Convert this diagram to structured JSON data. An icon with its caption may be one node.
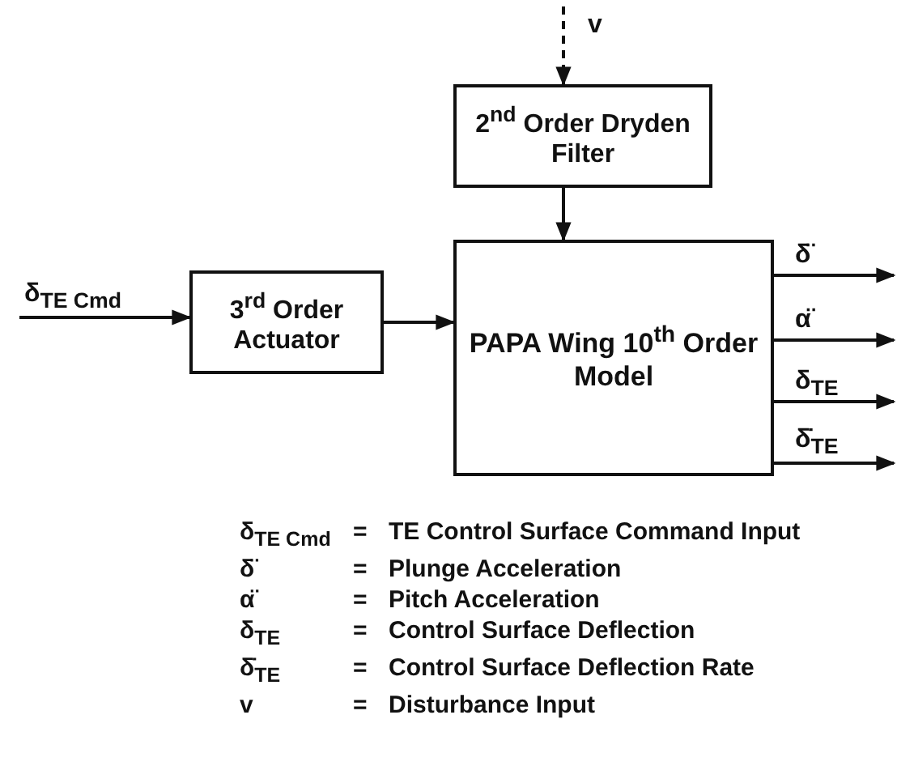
{
  "diagram": {
    "nodes": [
      {
        "text": [
          "2$^{nd}$ Order Dryden Filter"
        ]
      },
      {
        "text": [
          "3$^{rd}$ Order Actuator"
        ]
      },
      {
        "text": [
          "PAPA Wing 10$^{th}$ Order Model"
        ]
      }
    ],
    "edges": [
      {
        "from": null,
        "to": 0,
        "arrow": "to",
        "label": "v",
        "style": "dashed"
      },
      {
        "from": null,
        "to": 1,
        "arrow": "to",
        "label": "δ$_{TE Cmd}$"
      },
      {
        "from": 0,
        "to": 2,
        "arrow": "to"
      },
      {
        "from": 1,
        "to": 2,
        "arrow": "to"
      },
      {
        "from": 2,
        "to": null,
        "arrow": "to",
        "label": "δ̈"
      },
      {
        "from": 2,
        "to": null,
        "arrow": "to",
        "label": "α̈"
      },
      {
        "from": 2,
        "to": null,
        "arrow": "to",
        "label": "δ$_{TE}$"
      },
      {
        "from": 2,
        "to": null,
        "arrow": "to",
        "label": "δ̇$_{TE}$"
      }
    ],
    "labels": [
      "δ$_{TE Cmd}$",
      "=",
      "TE Control Surface Command Input",
      "δ̈",
      "=",
      "Plunge Acceleration",
      "α̈",
      "=",
      "Pitch Acceleration",
      "δ$_{TE}$",
      "=",
      "Control Surface Deflection",
      "δ̇$_{TE}$",
      "=",
      "Control Surface Deflection Rate",
      "v",
      "=",
      "Disturbance Input"
    ]
  }
}
